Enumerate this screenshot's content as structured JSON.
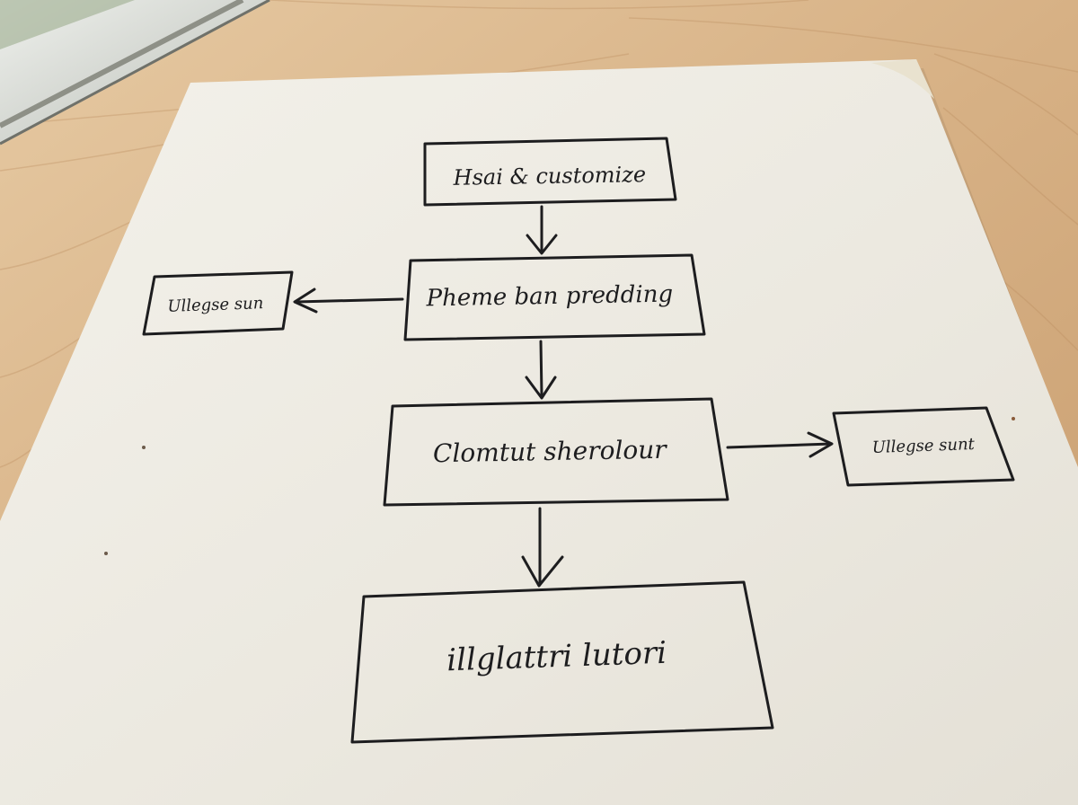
{
  "photo": {
    "subject": "hand-drawn flowchart on paper",
    "colors": {
      "wood": "#d9b88e",
      "paper": "#eeebe2",
      "ink": "#1d1d1f",
      "window_frame": "#d8d8d6"
    }
  },
  "flowchart": {
    "box_top": "Hsai & customize",
    "box_second": "Pheme ban predding",
    "box_left": "Ullegse sun",
    "box_third": "Clomtut sherolour",
    "box_right": "Ullegse sunt",
    "box_bottom": "illglattri lutori"
  }
}
